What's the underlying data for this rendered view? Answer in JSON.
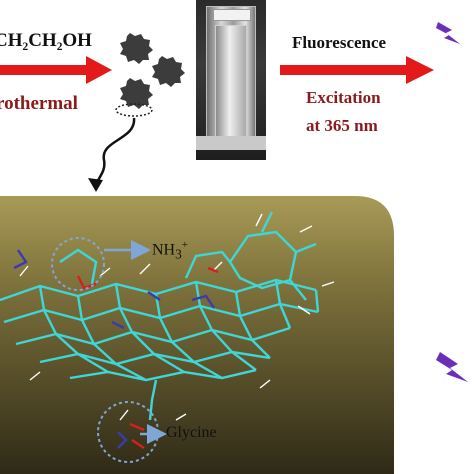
{
  "labels": {
    "reagent": "CH₂CH₂OH",
    "method": "rothermal",
    "fluorescence": "Fluorescence",
    "excitation": "Excitation",
    "wavelength": "at 365 nm",
    "amine_prefix": "NH",
    "amine_sub": "3",
    "amine_sup": "+",
    "glycine": "Glycine"
  },
  "colors": {
    "arrow_red": "#e41a1a",
    "label_dark_red": "#8b1a1a",
    "lightning": "#6a2fb8",
    "molecule_bonds": "#3fd6d6",
    "nitrogen": "#3b3bb0",
    "oxygen": "#d62020",
    "panel_dark": "#3a341c",
    "panel_light": "#a89a56",
    "dashed_circle": "#7fa7d6"
  },
  "icons": [
    "carbon-dot-icon",
    "lightning-icon",
    "cuvette-photo",
    "curved-arrow-icon"
  ]
}
